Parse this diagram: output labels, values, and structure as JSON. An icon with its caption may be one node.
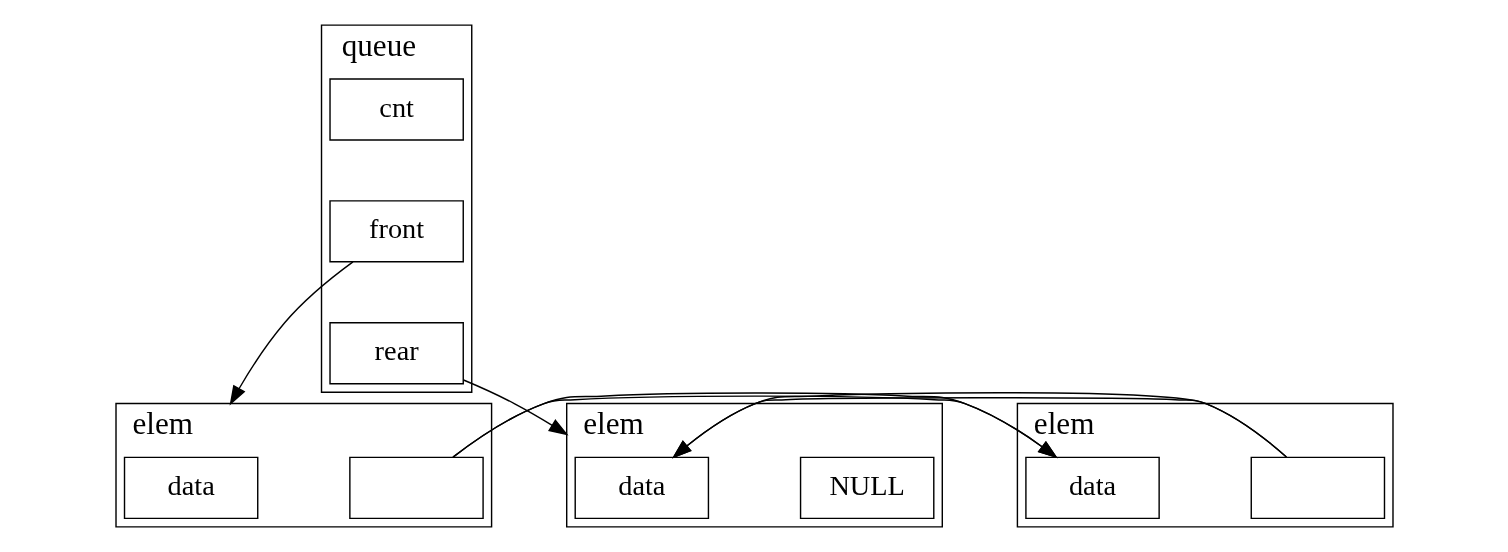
{
  "diagram": {
    "nodes": [
      {
        "text": [
          "queue"
        ]
      },
      {
        "text": [
          "cnt"
        ],
        "in": 0
      },
      {
        "text": [
          "front"
        ],
        "in": 0
      },
      {
        "text": [
          "rear"
        ],
        "in": 0
      },
      {
        "text": [
          "elem"
        ]
      },
      {
        "text": [
          "data"
        ],
        "in": 4
      },
      {
        "text": [],
        "shape": "box",
        "in": 4
      },
      {
        "text": [
          "elem"
        ]
      },
      {
        "text": [
          "data"
        ],
        "in": 7
      },
      {
        "text": [],
        "shape": "box",
        "in": 7
      },
      {
        "text": [
          "elem"
        ]
      },
      {
        "text": [
          "data"
        ],
        "in": 10
      },
      {
        "text": [
          "NULL"
        ],
        "in": 10
      }
    ],
    "edges": [
      {
        "from": 2,
        "to": 4,
        "arrow": "to"
      },
      {
        "from": 3,
        "to": 10,
        "arrow": "to"
      },
      {
        "from": 6,
        "to": 7,
        "arrow": "to"
      },
      {
        "from": 9,
        "to": 10,
        "arrow": "to"
      }
    ]
  }
}
